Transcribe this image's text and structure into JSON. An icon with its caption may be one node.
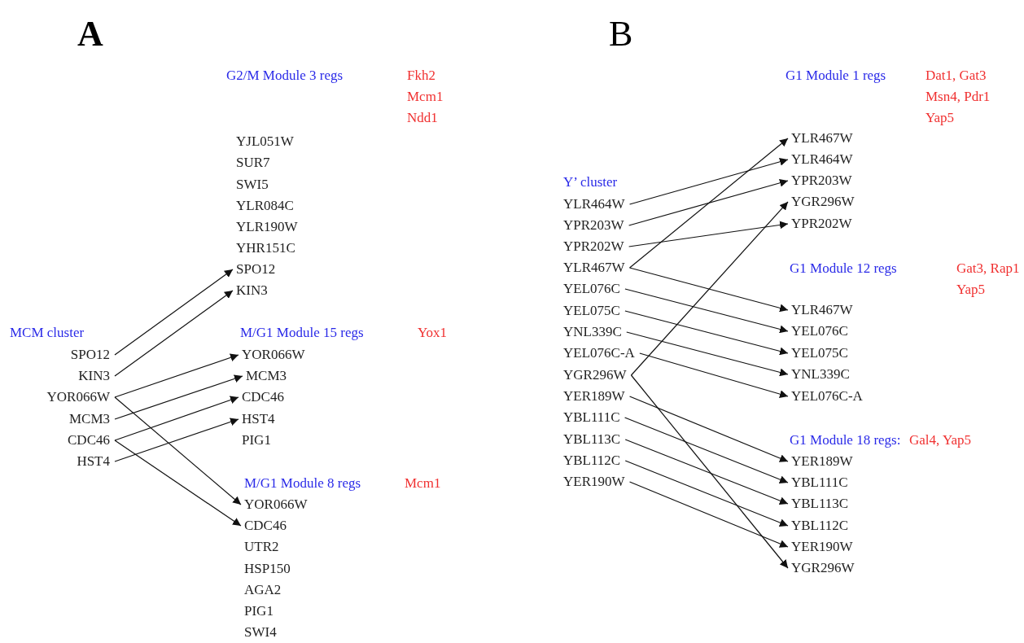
{
  "diagram": {
    "nodes": [
      {
        "text": [
          "SPO12"
        ]
      },
      {
        "text": [
          "KIN3"
        ]
      },
      {
        "text": [
          "YOR066W"
        ]
      },
      {
        "text": [
          "MCM3"
        ]
      },
      {
        "text": [
          "CDC46"
        ]
      },
      {
        "text": [
          "HST4"
        ]
      },
      {
        "text": [
          "SPO12"
        ]
      },
      {
        "text": [
          "KIN3"
        ]
      },
      {
        "text": [
          "YOR066W"
        ]
      },
      {
        "text": [
          "MCM3"
        ]
      },
      {
        "text": [
          "CDC46"
        ]
      },
      {
        "text": [
          "HST4"
        ]
      },
      {
        "text": [
          "YOR066W"
        ]
      },
      {
        "text": [
          "CDC46"
        ]
      },
      {
        "text": [
          "YLR464W"
        ]
      },
      {
        "text": [
          "YPR203W"
        ]
      },
      {
        "text": [
          "YPR202W"
        ]
      },
      {
        "text": [
          "YLR467W"
        ]
      },
      {
        "text": [
          "YEL076C"
        ]
      },
      {
        "text": [
          "YEL075C"
        ]
      },
      {
        "text": [
          "YNL339C"
        ]
      },
      {
        "text": [
          "YEL076C-A"
        ]
      },
      {
        "text": [
          "YGR296W"
        ]
      },
      {
        "text": [
          "YER189W"
        ]
      },
      {
        "text": [
          "YBL111C"
        ]
      },
      {
        "text": [
          "YBL113C"
        ]
      },
      {
        "text": [
          "YBL112C"
        ]
      },
      {
        "text": [
          "YER190W"
        ]
      },
      {
        "text": [
          "YLR467W"
        ]
      },
      {
        "text": [
          "YLR464W"
        ]
      },
      {
        "text": [
          "YPR203W"
        ]
      },
      {
        "text": [
          "YGR296W"
        ]
      },
      {
        "text": [
          "YPR202W"
        ]
      },
      {
        "text": [
          "YLR467W"
        ]
      },
      {
        "text": [
          "YEL076C"
        ]
      },
      {
        "text": [
          "YEL075C"
        ]
      },
      {
        "text": [
          "YNL339C"
        ]
      },
      {
        "text": [
          "YEL076C-A"
        ]
      },
      {
        "text": [
          "YER189W"
        ]
      },
      {
        "text": [
          "YBL111C"
        ]
      },
      {
        "text": [
          "YBL113C"
        ]
      },
      {
        "text": [
          "YBL112C"
        ]
      },
      {
        "text": [
          "YER190W"
        ]
      },
      {
        "text": [
          "YGR296W"
        ]
      }
    ],
    "edges": [
      {
        "from": 0,
        "to": 6,
        "arrow": "to"
      },
      {
        "from": 1,
        "to": 7,
        "arrow": "to"
      },
      {
        "from": 2,
        "to": 8,
        "arrow": "to"
      },
      {
        "from": 2,
        "to": 12,
        "arrow": "to"
      },
      {
        "from": 3,
        "to": 9,
        "arrow": "to"
      },
      {
        "from": 4,
        "to": 10,
        "arrow": "to"
      },
      {
        "from": 4,
        "to": 13,
        "arrow": "to"
      },
      {
        "from": 5,
        "to": 11,
        "arrow": "to"
      },
      {
        "from": 14,
        "to": 29,
        "arrow": "to"
      },
      {
        "from": 15,
        "to": 30,
        "arrow": "to"
      },
      {
        "from": 16,
        "to": 32,
        "arrow": "to"
      },
      {
        "from": 17,
        "to": 28,
        "arrow": "to"
      },
      {
        "from": 17,
        "to": 33,
        "arrow": "to"
      },
      {
        "from": 18,
        "to": 34,
        "arrow": "to"
      },
      {
        "from": 19,
        "to": 35,
        "arrow": "to"
      },
      {
        "from": 20,
        "to": 36,
        "arrow": "to"
      },
      {
        "from": 21,
        "to": 37,
        "arrow": "to"
      },
      {
        "from": 22,
        "to": 31,
        "arrow": "to"
      },
      {
        "from": 22,
        "to": 43,
        "arrow": "to"
      },
      {
        "from": 23,
        "to": 38,
        "arrow": "to"
      },
      {
        "from": 24,
        "to": 39,
        "arrow": "to"
      },
      {
        "from": 25,
        "to": 40,
        "arrow": "to"
      },
      {
        "from": 26,
        "to": 41,
        "arrow": "to"
      },
      {
        "from": 27,
        "to": 42,
        "arrow": "to"
      }
    ],
    "labels": [
      "A",
      "B",
      "G2/M Module 3 regs",
      "Fkh2 Mcm1 Ndd1",
      "YJL051W",
      "SUR7",
      "SWI5",
      "YLR084C",
      "YLR190W",
      "YHR151C",
      "M/G1 Module 15 regs",
      "Yox1",
      "PIG1",
      "M/G1 Module 8 regs",
      "Mcm1",
      "UTR2",
      "HSP150",
      "AGA2",
      "PIG1",
      "SWI4",
      "MCM cluster",
      "G1 Module 1 regs",
      "Dat1, Gat3 Msn4, Pdr1 Yap5",
      "Y’ cluster",
      "G1 Module 12 regs",
      "Gat3, Rap1 Yap5",
      "G1 Module 18 regs:",
      "Gal4, Yap5"
    ]
  }
}
